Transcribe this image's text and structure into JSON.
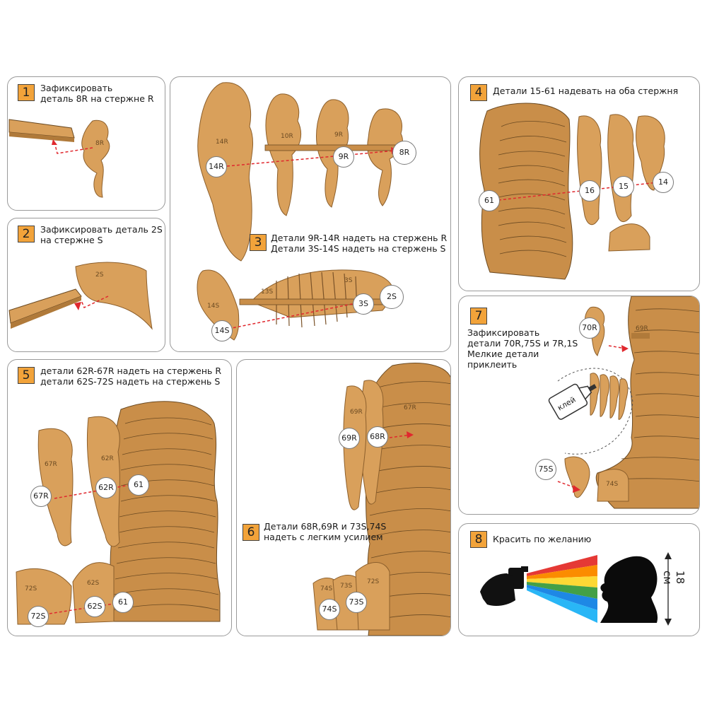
{
  "steps": [
    {
      "num": "1",
      "text_lines": [
        "Зафиксировать",
        "деталь 8R на стержне R"
      ]
    },
    {
      "num": "2",
      "text_lines": [
        "Зафиксировать деталь 2S",
        "на стержне S"
      ]
    },
    {
      "num": "3",
      "text_lines": [
        "Детали 9R-14R надеть на стержень R",
        "Детали 3S-14S надеть на стержень S"
      ]
    },
    {
      "num": "4",
      "text_lines": [
        "Детали 15-61 надевать на оба стержня"
      ]
    },
    {
      "num": "5",
      "text_lines": [
        "детали 62R-67R надеть на стержень R",
        "детали 62S-72S надеть на стержень S"
      ]
    },
    {
      "num": "6",
      "text_lines": [
        "Детали 68R,69R и 73S,74S",
        "надеть с легким усилием"
      ]
    },
    {
      "num": "7",
      "text_lines": [
        "Зафиксировать",
        "детали 70R,75S и 7R,1S",
        "Мелкие детали",
        "приклеить"
      ]
    },
    {
      "num": "8",
      "text_lines": [
        "Красить по желанию"
      ]
    }
  ],
  "part_marks": {
    "p1": [
      "8R"
    ],
    "p2": [
      "2S"
    ],
    "p3": [
      "14R",
      "10R",
      "9R",
      "14S",
      "13S",
      "3S"
    ],
    "p5": [
      "67R",
      "62R",
      "72S",
      "62S"
    ],
    "p6": [
      "69R",
      "67R",
      "74S",
      "73S",
      "72S"
    ],
    "p7": [
      "69R",
      "74S"
    ]
  },
  "callouts": {
    "p3": [
      "14R",
      "9R",
      "8R",
      "3S",
      "2S",
      "14S"
    ],
    "p4": [
      "61",
      "16",
      "15",
      "14"
    ],
    "p5": [
      "67R",
      "62R",
      "61",
      "72S",
      "62S",
      "61"
    ],
    "p6": [
      "69R",
      "68R",
      "74S",
      "73S"
    ],
    "p7": [
      "70R",
      "75S"
    ]
  },
  "glue_label": "клей",
  "height_label": "18 см",
  "colors": {
    "accent": "#f2a33a",
    "cardboard": "#d9a05b",
    "cardboard_dark": "#b07a3a",
    "arrow": "#e0282e",
    "border": "#9a9a9a",
    "spray": [
      "#e53935",
      "#fb8c00",
      "#fdd835",
      "#43a047",
      "#1e88e5",
      "#29b6f6"
    ]
  },
  "icons": [
    "spray-can-icon",
    "hand-icon",
    "head-silhouette-icon",
    "glue-bottle-icon"
  ]
}
